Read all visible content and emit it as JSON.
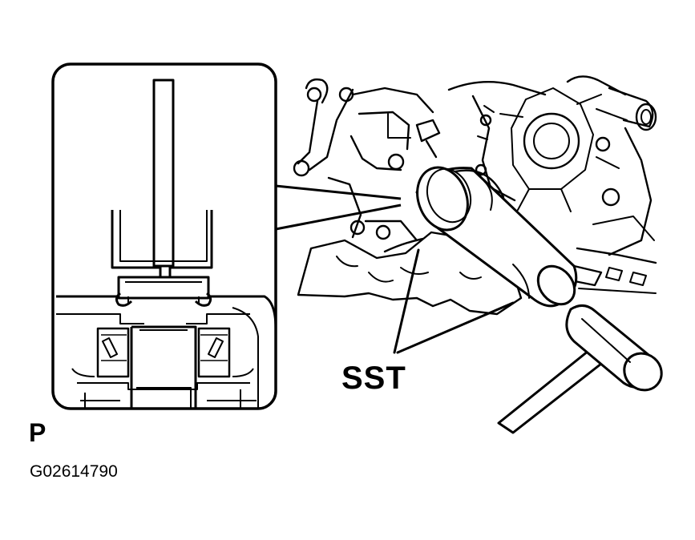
{
  "labels": {
    "tool": "SST",
    "view": "P",
    "figure_code": "G02614790"
  },
  "icons": {
    "detail_inset": "seal-installer-cross-section-icon",
    "assembly": "transaxle-case-icon",
    "installer_tool": "sst-installer-icon",
    "hammer": "hammer-icon",
    "hand": "hand-icon"
  },
  "colors": {
    "ink": "#000000",
    "paper": "#ffffff"
  }
}
